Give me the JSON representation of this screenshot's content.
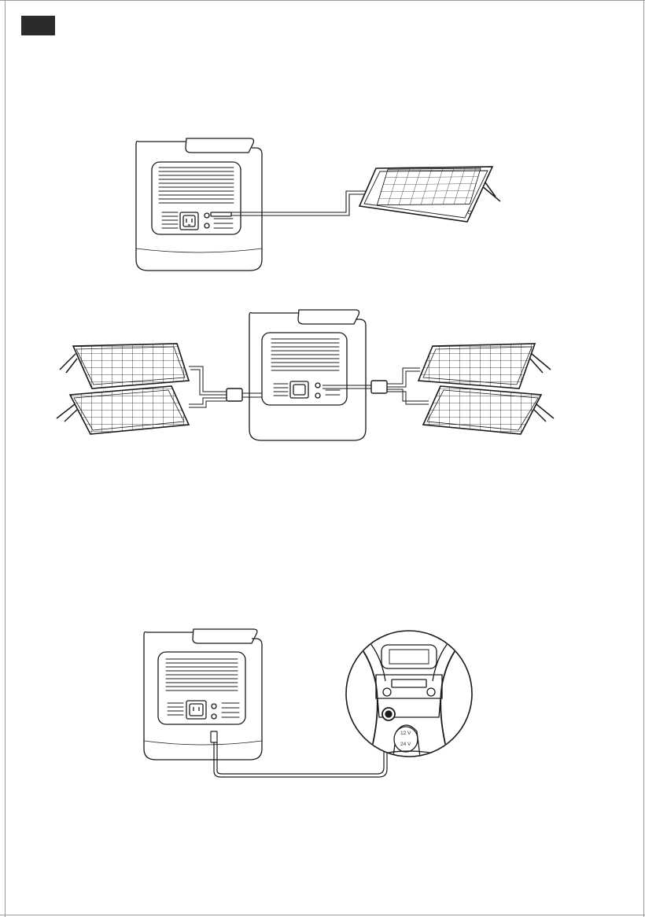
{
  "page": {
    "background": "#ffffff",
    "line_color": "#1a1a1a",
    "tag_color": "#2b2b2b"
  },
  "tag": {
    "text": ""
  },
  "fig1": {
    "port_label_left": "",
    "port_label_right": "",
    "icon": "power-station-solar-single"
  },
  "fig2": {
    "icon": "power-station-solar-parallel"
  },
  "fig3": {
    "port_label": "",
    "car_socket": {
      "line1": "12 V",
      "line2": "24 V"
    },
    "icon": "power-station-car-charging"
  }
}
